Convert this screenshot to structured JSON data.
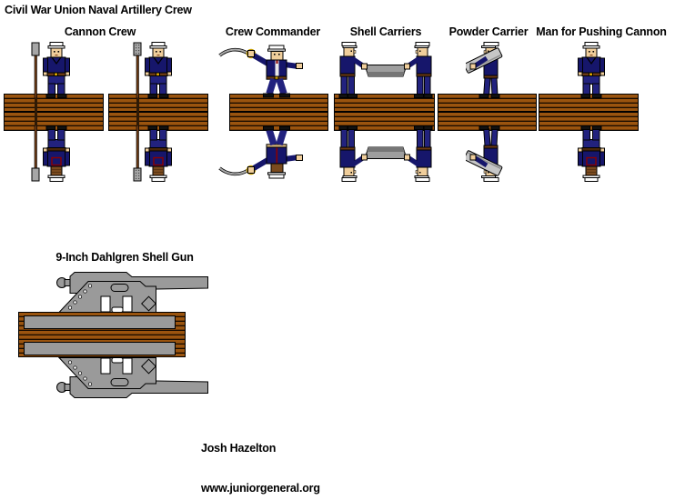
{
  "title": "Civil War Union Naval Artillery Crew",
  "groups": [
    {
      "label": "Cannon Crew",
      "figures": [
        "sailor-with-rammer",
        "sailor-with-sponge"
      ]
    },
    {
      "label": "Crew Commander",
      "figures": [
        "officer-with-saber"
      ]
    },
    {
      "label": "Shell Carriers",
      "figures": [
        "two-sailors-carrying-shell"
      ]
    },
    {
      "label": "Powder Carrier",
      "figures": [
        "sailor-with-powder-case"
      ]
    },
    {
      "label": "Man for Pushing Cannon",
      "figures": [
        "sailor-standing"
      ]
    }
  ],
  "gun": {
    "label": "9-Inch Dahlgren Shell Gun"
  },
  "credits": {
    "author": "Josh Hazelton",
    "website": "www.juniorgeneral.org"
  },
  "colors": {
    "uniform_navy": "#16166b",
    "trouser_navy": "#22227e",
    "skin": "#f0ce9b",
    "hair_brown": "#7a4a1e",
    "wood_brown": "#9a540f",
    "belt_brown": "#6b3a14",
    "buckle_gold": "#d8a200",
    "metal_gray": "#9a9a9a",
    "collar_trim_red": "#8b0000",
    "cap_white": "#ffffff",
    "background": "#ffffff",
    "text": "#000000"
  }
}
